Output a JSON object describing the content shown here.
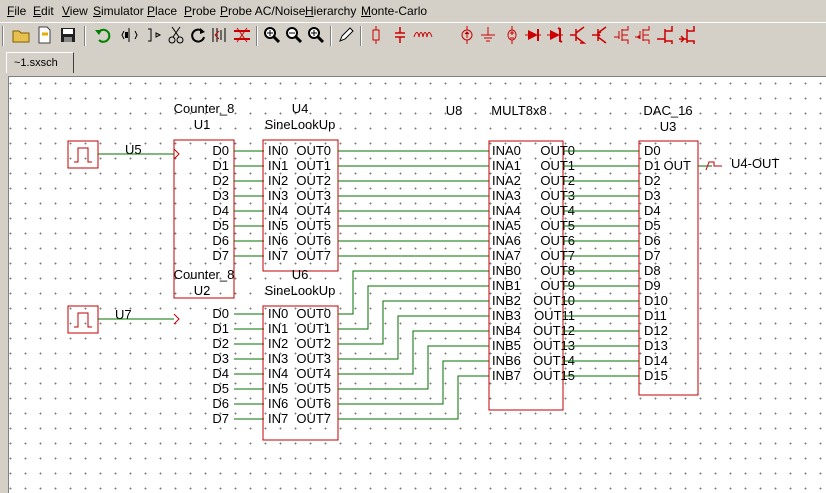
{
  "menu": [
    "File",
    "Edit",
    "View",
    "Simulator",
    "Place",
    "Probe",
    "Probe AC/Noise",
    "Hierarchy",
    "Monte-Carlo"
  ],
  "tab": {
    "label": "~1.sxsch"
  },
  "toolbar_icons": [
    "open-folder-icon",
    "new-file-icon",
    "save-icon",
    "undo-icon",
    "flip-horizontal-icon",
    "flip-vertical-icon",
    "cut-icon",
    "rotate-icon",
    "mirror-icon",
    "delete-wires-icon",
    "zoom-full-icon",
    "zoom-out-icon",
    "zoom-in-icon",
    "pencil-icon",
    "resistor-icon",
    "capacitor-icon",
    "inductor-icon",
    "current-source-icon",
    "ground-icon",
    "voltage-source-icon",
    "diode-icon",
    "zener-icon",
    "npn-icon",
    "pnp-icon",
    "nmos-icon",
    "pmos-icon",
    "njfet-icon",
    "pjfet-icon",
    "opamp-icon"
  ],
  "colors": {
    "component": "#c00000",
    "wire": "#007000",
    "text": "#000000"
  },
  "schematic": {
    "sources": [
      {
        "id": "source-u5",
        "name": "U5"
      },
      {
        "id": "source-u7",
        "name": "U7"
      }
    ],
    "counters": [
      {
        "id": "counter-u1",
        "type": "Counter_8",
        "ref": "U1",
        "pins": [
          "D0",
          "D1",
          "D2",
          "D3",
          "D4",
          "D5",
          "D6",
          "D7"
        ]
      },
      {
        "id": "counter-u2",
        "type": "Counter_8",
        "ref": "U2",
        "pins": [
          "D0",
          "D1",
          "D2",
          "D3",
          "D4",
          "D5",
          "D6",
          "D7"
        ]
      }
    ],
    "lookups": [
      {
        "id": "lookup-u4",
        "ref": "U4",
        "type": "SineLookUp",
        "in_pins": [
          "IN0",
          "IN1",
          "IN2",
          "IN3",
          "IN4",
          "IN5",
          "IN6",
          "IN7"
        ],
        "out_pins": [
          "OUT0",
          "OUT1",
          "OUT2",
          "OUT3",
          "OUT4",
          "OUT5",
          "OUT6",
          "OUT7"
        ]
      },
      {
        "id": "lookup-u6",
        "ref": "U6",
        "type": "SineLookUp",
        "in_pins": [
          "IN0",
          "IN1",
          "IN2",
          "IN3",
          "IN4",
          "IN5",
          "IN6",
          "IN7"
        ],
        "out_pins": [
          "OUT0",
          "OUT1",
          "OUT2",
          "OUT3",
          "OUT4",
          "OUT5",
          "OUT6",
          "OUT7"
        ]
      }
    ],
    "multiplier": {
      "ref": "U8",
      "type": "MULT8x8",
      "in_pins": [
        "INA0",
        "INA1",
        "INA2",
        "INA3",
        "INA4",
        "INA5",
        "INA6",
        "INA7",
        "INB0",
        "INB1",
        "INB2",
        "INB3",
        "INB4",
        "INB5",
        "INB6",
        "INB7"
      ],
      "out_pins": [
        "OUT0",
        "OUT1",
        "OUT2",
        "OUT3",
        "OUT4",
        "OUT5",
        "OUT6",
        "OUT7",
        "OUT8",
        "OUT9",
        "OUT10",
        "OUT11",
        "OUT12",
        "OUT13",
        "OUT14",
        "OUT15"
      ]
    },
    "dac": {
      "type": "DAC_16",
      "ref": "U3",
      "in_pins": [
        "D0",
        "D1",
        "D2",
        "D3",
        "D4",
        "D5",
        "D6",
        "D7",
        "D8",
        "D9",
        "D10",
        "D11",
        "D12",
        "D13",
        "D14",
        "D15"
      ],
      "out_pin": "OUT"
    },
    "output_probe": {
      "label": "U4-OUT"
    }
  }
}
